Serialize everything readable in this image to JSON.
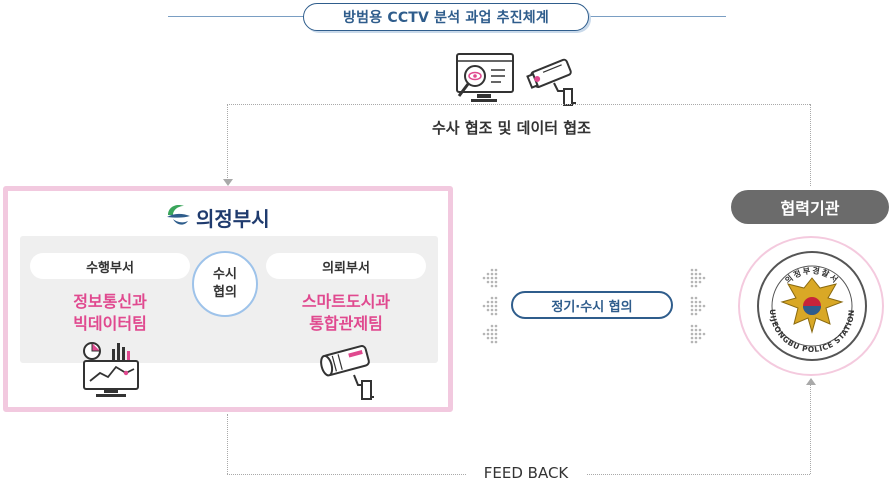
{
  "title": "방범용 CCTV 분석 과업 추진체계",
  "top_caption": "수사 협조 및 데이터 협조",
  "city": {
    "logo_text": "의정부시",
    "dept_left": {
      "label": "수행부서",
      "name_line1": "정보통신과",
      "name_line2": "빅데이터팀"
    },
    "coop": {
      "line1": "수시",
      "line2": "협의"
    },
    "dept_right": {
      "label": "의뢰부서",
      "name_line1": "스마트도시과",
      "name_line2": "통합관제팀"
    }
  },
  "middle_pill": "정기·수시 협의",
  "agency": {
    "label": "협력기관",
    "seal_top_text": "의정부경찰서",
    "seal_ring_text": "UIJEONGBU POLICE STATION"
  },
  "feedback": "FEED BACK",
  "colors": {
    "title_blue": "#2f5d8c",
    "pink_border": "#f2c9df",
    "pink_text": "#e0498f",
    "gray_label": "#6b6b6b",
    "light_blue": "#9ec3ea"
  }
}
